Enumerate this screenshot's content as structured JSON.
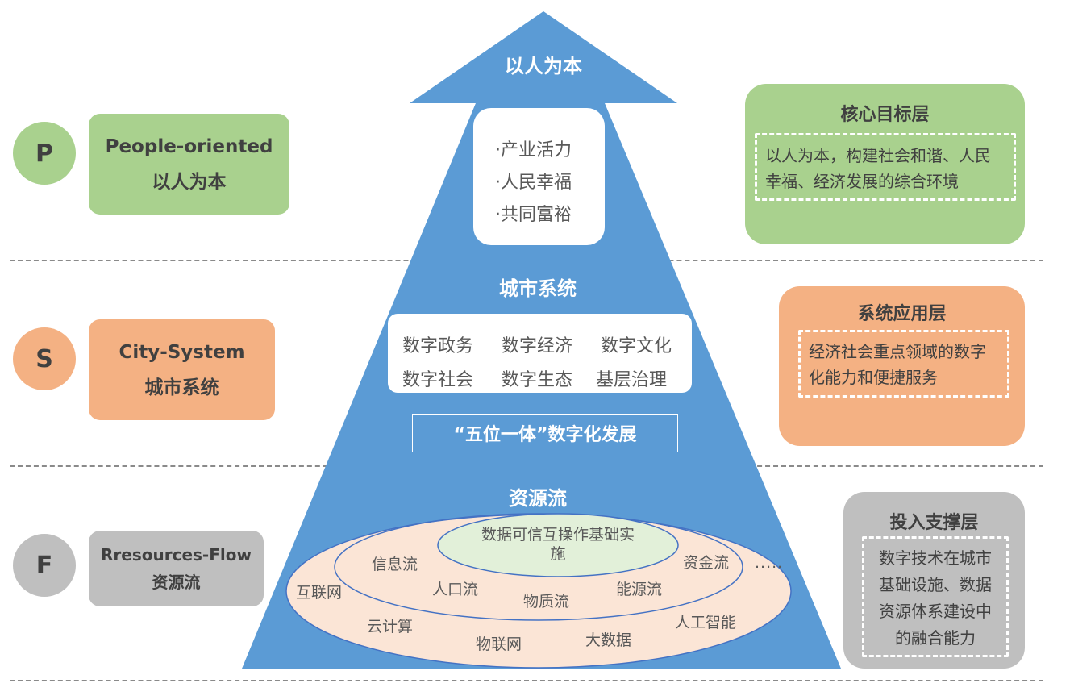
{
  "layers": [
    {
      "letter": "P",
      "en": "People-oriented",
      "zh": "以人为本",
      "right_title": "核心目标层",
      "right_text": "以人为本，构建社会和谐、人民幸福、经济发展的综合环境"
    },
    {
      "letter": "S",
      "en": "City-System",
      "zh": "城市系统",
      "right_title": "系统应用层",
      "right_text": "经济社会重点领域的数字化能力和便捷服务"
    },
    {
      "letter": "F",
      "en": "Rresources-Flow",
      "zh": "资源流",
      "right_title": "投入支撑层",
      "right_text": "数字技术在城市基础设施、数据资源体系建设中的融合能力"
    }
  ],
  "pyramid": {
    "top_title": "以人为本",
    "goals": [
      "·产业活力",
      "·人民幸福",
      "·共同富裕"
    ],
    "system_title": "城市系统",
    "systems": [
      "数字政务",
      "数字经济",
      "数字文化",
      "数字社会",
      "数字生态",
      "基层治理"
    ],
    "five_in_one": "“五位一体”数字化发展",
    "resource_title": "资源流",
    "core": "数据可信互操作基础实施",
    "flows": [
      "信息流",
      "资金流",
      "人口流",
      "能源流",
      "物质流"
    ],
    "tech": [
      "互联网",
      "云计算",
      "物联网",
      "大数据",
      "人工智能",
      "....."
    ]
  },
  "colors": {
    "pyramid_blue": "#5b9bd5",
    "green": "#a9d18e",
    "orange": "#f4b183",
    "gray": "#bfbfbf",
    "outer_ellipse": "#fbe5d6",
    "core_ellipse": "#e2f0d9"
  }
}
